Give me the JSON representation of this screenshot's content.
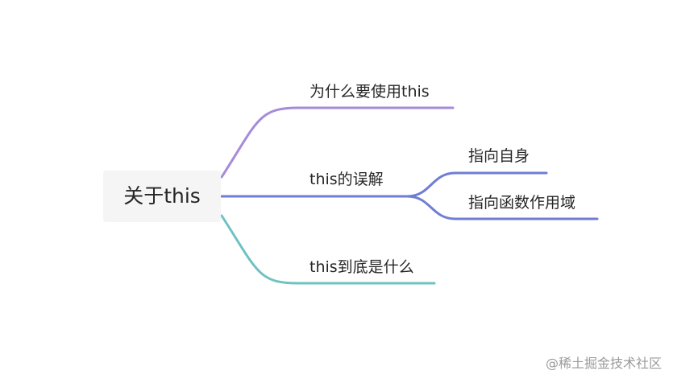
{
  "root": {
    "label": "关于this"
  },
  "branches": [
    {
      "label": "为什么要使用this",
      "color": "#a78bd8",
      "children": []
    },
    {
      "label": "this的误解",
      "color": "#6f7ed3",
      "children": [
        {
          "label": "指向自身"
        },
        {
          "label": "指向函数作用域"
        }
      ]
    },
    {
      "label": "this到底是什么",
      "color": "#6fc2c2",
      "children": []
    }
  ],
  "watermark": "@稀土掘金技术社区"
}
